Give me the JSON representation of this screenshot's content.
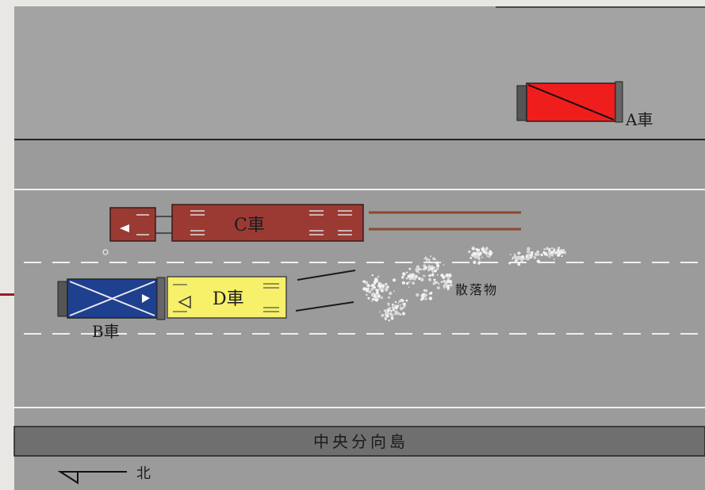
{
  "labels": {
    "vehicle_a": "A車",
    "vehicle_b": "B車",
    "vehicle_c": "C車",
    "vehicle_d": "D車",
    "debris": "散落物",
    "median": "中央分向島",
    "north": "北"
  },
  "colors": {
    "road": "#9b9b9b",
    "road_light": "#a3a3a3",
    "median": "#6f6f6f",
    "lane_line": "#efefef",
    "car_a": "#f01d1d",
    "car_b": "#1f3f8f",
    "truck_c": "#9b3a33",
    "car_d": "#f6f06a",
    "skid": "#8b4a2a"
  },
  "icons": {
    "direction_arrow": "north-arrow-icon",
    "crash_mark": "cross-icon"
  }
}
